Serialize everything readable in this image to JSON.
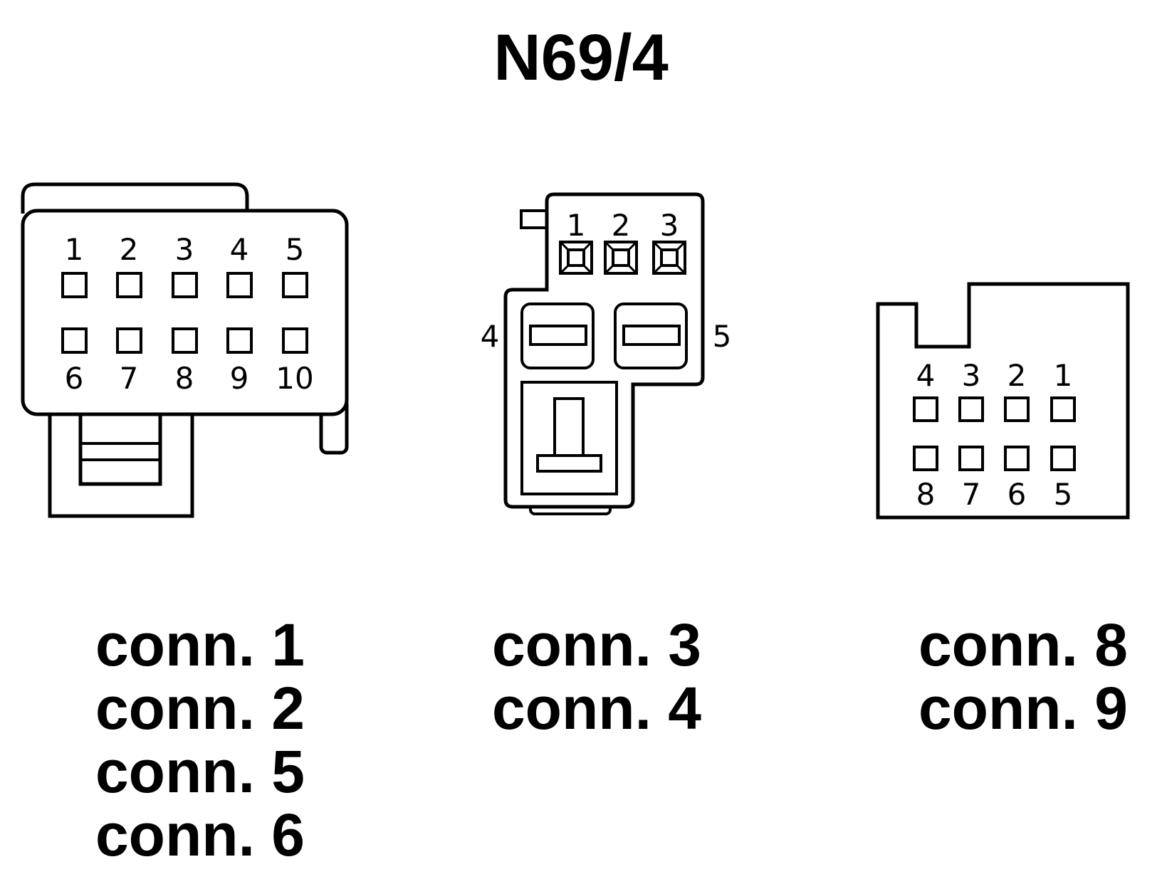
{
  "title": "N69/4",
  "connector_a": {
    "pins_top": [
      "1",
      "2",
      "3",
      "4",
      "5"
    ],
    "pins_bottom": [
      "6",
      "7",
      "8",
      "9",
      "10"
    ],
    "labels": [
      "conn. 1",
      "conn. 2",
      "conn. 5",
      "conn. 6"
    ]
  },
  "connector_b": {
    "pins_top": [
      "1",
      "2",
      "3"
    ],
    "pin_left": "4",
    "pin_right": "5",
    "labels": [
      "conn. 3",
      "conn. 4"
    ]
  },
  "connector_c": {
    "pins_top": [
      "4",
      "3",
      "2",
      "1"
    ],
    "pins_bottom": [
      "8",
      "7",
      "6",
      "5"
    ],
    "labels": [
      "conn. 8",
      "conn. 9"
    ]
  }
}
